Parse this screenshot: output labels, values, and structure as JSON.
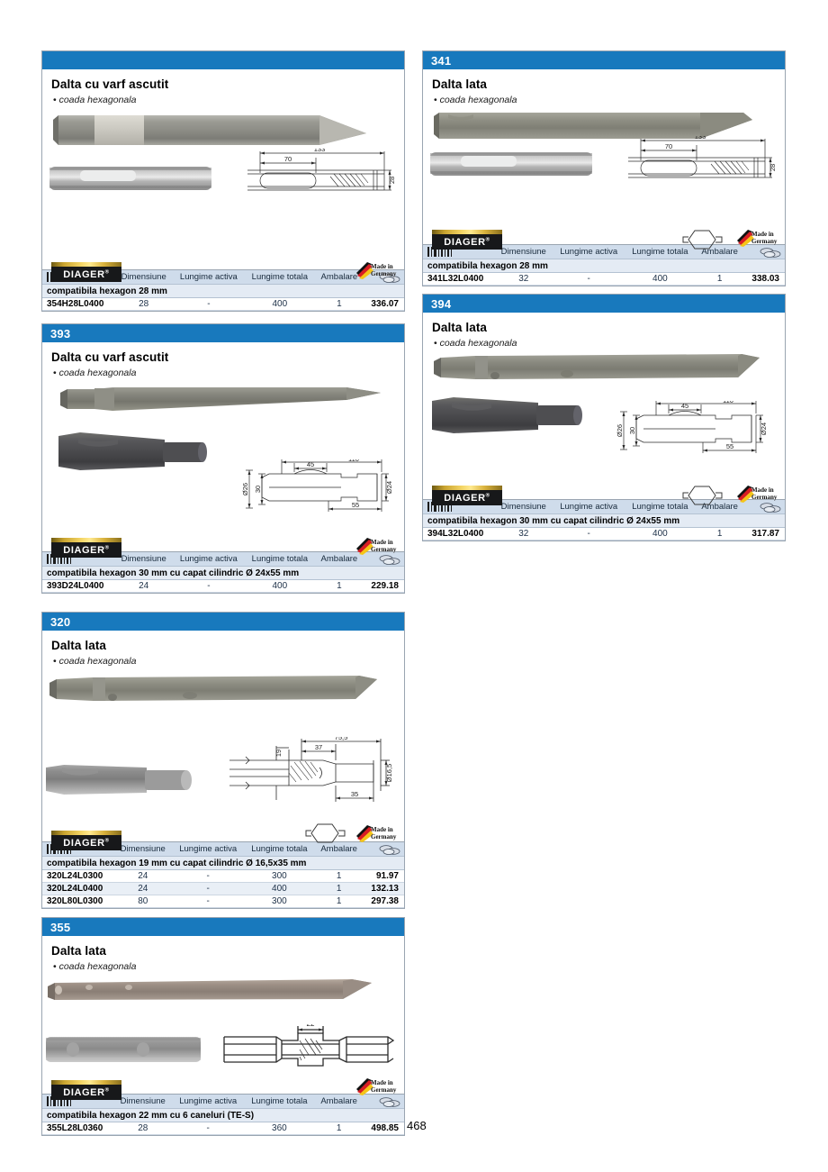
{
  "page": {
    "number": "468",
    "accent_color": "#1879bd",
    "brand": "DIAGER",
    "brand_mark": "®",
    "origin_line1": "Made in",
    "origin_line2": "Germany"
  },
  "table_headers": {
    "reference": "",
    "dimensiune": "Dimensiune",
    "lungime_activa": "Lungime activa",
    "lungime_totala": "Lungime totala",
    "ambalare": "Ambalare",
    "price": ""
  },
  "cards": [
    {
      "id": "card-354",
      "number": "",
      "title": "Dalta cu varf ascutit",
      "subtitle": "coada hexagonala",
      "category": "compatibila hexagon 28 mm",
      "has_hex_icon": false,
      "drawing": {
        "style": "flat-chisel",
        "dims": [
          "133",
          "70",
          "28"
        ]
      },
      "rows": [
        {
          "ref": "354H28L0400",
          "dimensiune": "28",
          "lungime_activa": "-",
          "lungime_totala": "400",
          "ambalare": "1",
          "price": "336.07"
        }
      ]
    },
    {
      "id": "card-341",
      "number": "341",
      "title": "Dalta lata",
      "subtitle": "coada hexagonala",
      "category": "compatibila hexagon 28 mm",
      "has_hex_icon": true,
      "drawing": {
        "style": "flat-chisel",
        "dims": [
          "133",
          "70",
          "28"
        ]
      },
      "rows": [
        {
          "ref": "341L32L0400",
          "dimensiune": "32",
          "lungime_activa": "-",
          "lungime_totala": "400",
          "ambalare": "1",
          "price": "338.03"
        }
      ]
    },
    {
      "id": "card-393",
      "number": "393",
      "title": "Dalta cu varf ascutit",
      "subtitle": "coada hexagonala",
      "category": "compatibila hexagon 30 mm cu capat cilindric Ø 24x55 mm",
      "has_hex_icon": false,
      "drawing": {
        "style": "stepped-shank",
        "dims": [
          "110",
          "45",
          "55",
          "Ø26",
          "30",
          "Ø24"
        ]
      },
      "rows": [
        {
          "ref": "393D24L0400",
          "dimensiune": "24",
          "lungime_activa": "-",
          "lungime_totala": "400",
          "ambalare": "1",
          "price": "229.18"
        }
      ]
    },
    {
      "id": "card-394",
      "number": "394",
      "title": "Dalta lata",
      "subtitle": "coada hexagonala",
      "category": "compatibila hexagon 30 mm cu capat cilindric Ø 24x55 mm",
      "has_hex_icon": true,
      "drawing": {
        "style": "stepped-shank",
        "dims": [
          "110",
          "45",
          "55",
          "Ø26",
          "30",
          "Ø24"
        ]
      },
      "rows": [
        {
          "ref": "394L32L0400",
          "dimensiune": "32",
          "lungime_activa": "-",
          "lungime_totala": "400",
          "ambalare": "1",
          "price": "317.87"
        }
      ]
    },
    {
      "id": "card-320",
      "number": "320",
      "title": "Dalta lata",
      "subtitle": "coada hexagonala",
      "category": "compatibila hexagon 19 mm cu capat cilindric Ø 16,5x35 mm",
      "has_hex_icon": true,
      "drawing": {
        "style": "hatched-shank",
        "dims": [
          "75,5",
          "37",
          "19",
          "35",
          "Ø16,5"
        ]
      },
      "rows": [
        {
          "ref": "320L24L0300",
          "dimensiune": "24",
          "lungime_activa": "-",
          "lungime_totala": "300",
          "ambalare": "1",
          "price": "91.97"
        },
        {
          "ref": "320L24L0400",
          "dimensiune": "24",
          "lungime_activa": "-",
          "lungime_totala": "400",
          "ambalare": "1",
          "price": "132.13"
        },
        {
          "ref": "320L80L0300",
          "dimensiune": "80",
          "lungime_activa": "-",
          "lungime_totala": "300",
          "ambalare": "1",
          "price": "297.38"
        }
      ]
    },
    {
      "id": "card-355",
      "number": "355",
      "title": "Dalta lata",
      "subtitle": "coada hexagonala",
      "category": "compatibila hexagon 22 mm cu 6 caneluri (TE-S)",
      "has_hex_icon": false,
      "drawing": {
        "style": "tes-shank",
        "dims": [
          "22"
        ]
      },
      "rows": [
        {
          "ref": "355L28L0360",
          "dimensiune": "28",
          "lungime_activa": "-",
          "lungime_totala": "360",
          "ambalare": "1",
          "price": "498.85"
        }
      ]
    }
  ]
}
